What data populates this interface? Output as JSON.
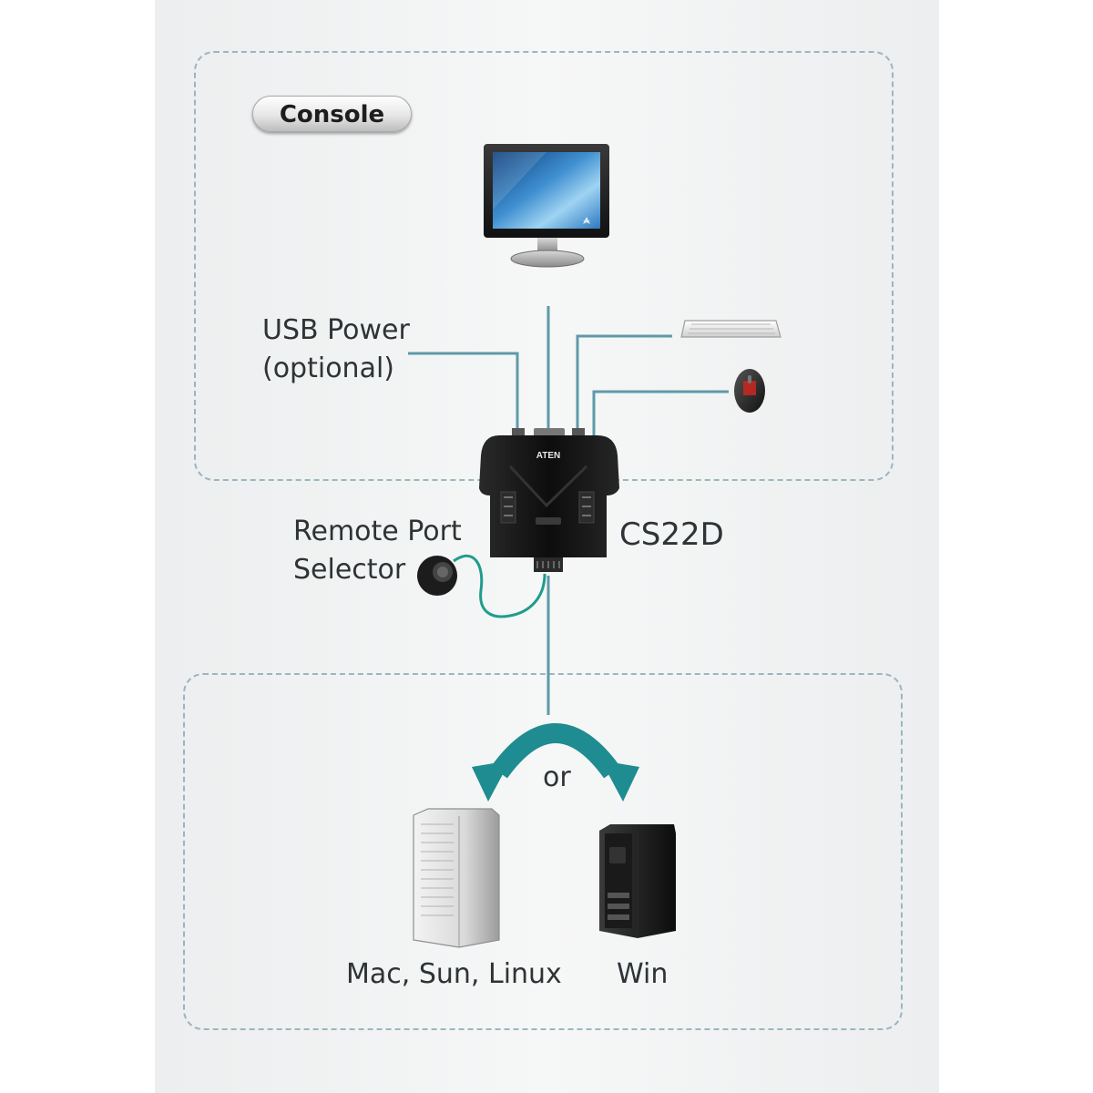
{
  "diagram": {
    "console_badge": "Console",
    "usb_power_label": "USB Power (optional)",
    "remote_selector_label": "Remote Port Selector",
    "model_name": "CS22D",
    "device_logo": "ATEN",
    "or_label": "or",
    "computer_left_label": "Mac, Sun, Linux",
    "computer_right_label": "Win"
  },
  "colors": {
    "cable": "#5e9aa8",
    "arrow": "#1e8c90",
    "zone_border": "#9bb6bf",
    "remote_cable": "#1f9c8c"
  }
}
